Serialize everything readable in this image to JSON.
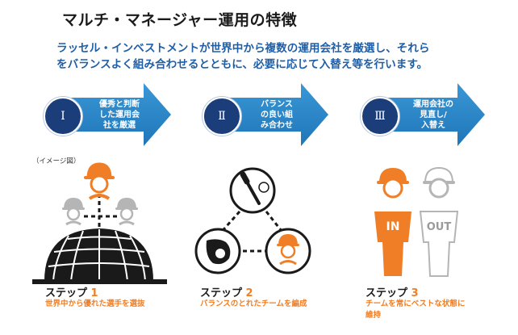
{
  "title": "マルチ・マネージャー運用の特徴",
  "subtitle_line1": "ラッセル・インベストメントが世界中から複数の運用会社を厳選し、それら",
  "subtitle_line2": "をバランスよく組み合わせるとともに、必要に応じて入替え等を行います。",
  "note": "（イメージ図）",
  "colors": {
    "navy": "#1b3e7a",
    "arrow": "#2a87c9",
    "orange": "#f07e26",
    "gray": "#b5b5b5",
    "dark": "#1a1a1a"
  },
  "features": [
    {
      "numeral": "Ⅰ",
      "text": "優秀と判断\nした運用会\n社を厳選"
    },
    {
      "numeral": "Ⅱ",
      "text": "バランス\nの良い組\nみ合わせ"
    },
    {
      "numeral": "Ⅲ",
      "text": "運用会社の\n見直し/\n入替え"
    }
  ],
  "steps": [
    {
      "label": "ステップ",
      "number": "1",
      "desc": "世界中から優れた選手を選抜"
    },
    {
      "label": "ステップ",
      "number": "2",
      "desc": "バランスのとれたチームを編成"
    },
    {
      "label": "ステップ",
      "number": "3",
      "desc_line1": "チームを常にベストな状態に",
      "desc_line2": "維持"
    }
  ],
  "icons": {
    "globe": "globe-icon",
    "player": "player-head-icon",
    "bat_ball": "bat-and-ball-icon",
    "glove": "glove-and-ball-icon",
    "in_label": "IN",
    "out_label": "OUT"
  }
}
